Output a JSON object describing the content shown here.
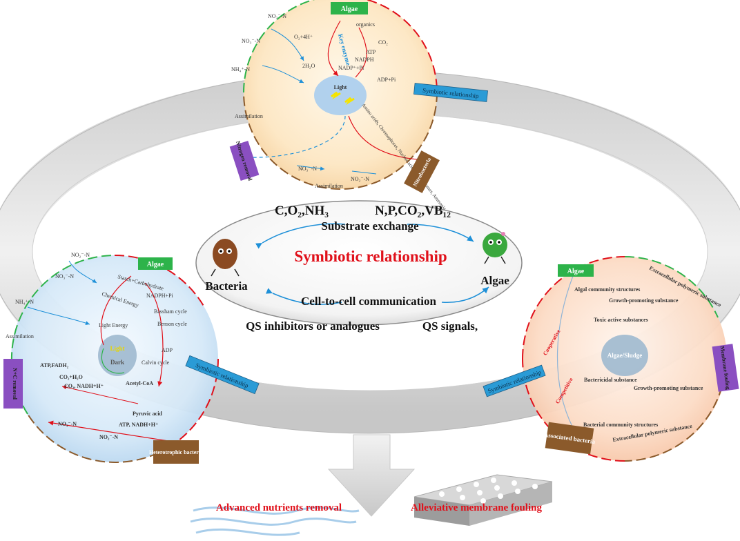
{
  "center": {
    "title": "Symbiotic relationship",
    "left_top": "C,O₂,NH₃",
    "right_top": "N,P,CO₂,VB₁₂",
    "exchange": "Substrate exchange",
    "bacteria": "Bacteria",
    "algae": "Algae",
    "communication": "Cell-to-cell communication",
    "left_bottom": "QS inhibitors or analogues",
    "right_bottom": "QS signals,"
  },
  "top_sphere": {
    "algae_tag": "Algae",
    "nitrobacteria_tag": "Nitrobacteria",
    "nitrogen_tag": "Nitrogen removal",
    "symbiotic_tag": "Symbiotic relationship",
    "light": "Light",
    "key_enzyme": "Key enzyme",
    "organics": "organics",
    "co2": "CO₂",
    "o2": "O₂+4H⁺",
    "atp": "ATP",
    "nadph": "NADPH",
    "h2o": "2H₂O",
    "nadp": "NADP⁺+Pi",
    "adp": "ADP+Pi",
    "no2_1": "NO₂⁻-N",
    "no3_1": "NO₃⁻-N",
    "nh4": "NH₄⁺-N",
    "assim1": "Assimilation",
    "no3_2": "NO₃⁻-N",
    "no2_2": "NO₂⁻-N",
    "assim2": "Assimilation",
    "enzymes": "Amino acids, Chromophores, Nucleic acids, Cytochromes, Ammonia monooxygenase, Enzyme, ammonium oxygenase"
  },
  "left_sphere": {
    "algae_tag": "Algae",
    "hetero_tag": "Heterotrophic bacteria",
    "nc_tag": "N+C removal",
    "symbiotic_tag": "Symbiotic relationship",
    "light": "Light",
    "dark": "Dark",
    "starch": "Starch+Carbohydrate",
    "chemical": "Chemical Energy",
    "nadph": "NADPH+Pi",
    "bassham": "Bassham cycle",
    "benson": "Benson cycle",
    "light_energy": "Light Energy",
    "adp": "ADP",
    "calvin": "Calvin cycle",
    "atp_fadh": "ATP,FADH₂",
    "co2h2o": "CO₂+H₂O",
    "co2nadh": "CO₂, NADH+H⁺",
    "acetyl": "Acetyl-CoA",
    "pyruvic": "Pyruvic acid",
    "atpnadh": "ATP, NADH+H⁺",
    "no3": "NO₃⁻-N",
    "no2": "NO₂⁻-N",
    "no2_top": "NO₂⁻-N",
    "no3_top": "NO₃⁻-N",
    "nh4": "NH₄⁺-N",
    "assim": "Assimilation"
  },
  "right_sphere": {
    "algae_tag": "Algae",
    "assoc_tag": "Associated bacteria",
    "membrane_tag": "Membrane fouling",
    "symbiotic_tag": "Symbiotic relationship",
    "center": "Algae/Sludge",
    "algal_struct": "Algal community structures",
    "growth1": "Growth-promoting substance",
    "toxic": "Toxic active substances",
    "cooperative": "Cooperative",
    "competitive": "Competitive",
    "bactericidal": "Bactericidal substance",
    "growth2": "Growth-promoting substance",
    "bact_struct": "Bacterial community structures",
    "eps_bottom": "Extracellular polymeric substance",
    "eps_top": "Extracellular polymeric substance"
  },
  "outcomes": {
    "left": "Advanced nutrients removal",
    "right": "Alleviative membrane fouling"
  },
  "colors": {
    "red_text": "#e0101a",
    "algae_green": "#2db34a",
    "brown": "#8b5a2b",
    "purple": "#8a4fc1",
    "blue_tag": "#2a9bd6",
    "arrow_blue": "#1e90d8"
  }
}
